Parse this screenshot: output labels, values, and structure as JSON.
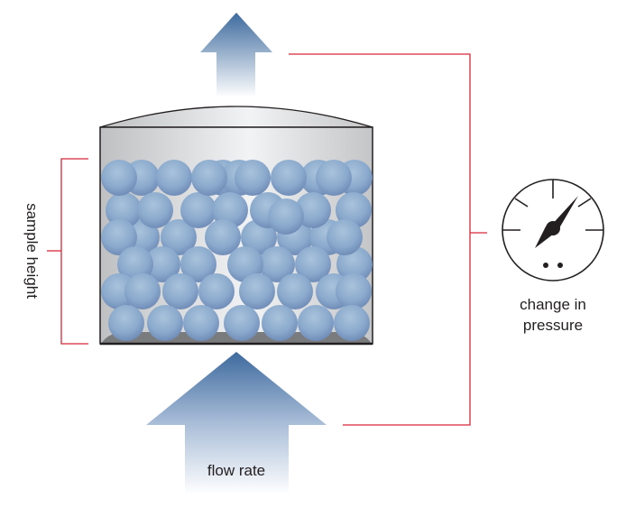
{
  "labels": {
    "flow_rate": "flow rate",
    "sample_height": "sample height",
    "change_in_pressure_line1": "change in",
    "change_in_pressure_line2": "pressure"
  },
  "colors": {
    "arrow": "#3d6a9e",
    "bracket": "#d7273a",
    "sphere": "#8fb1d4",
    "container": "#d8d9db"
  }
}
